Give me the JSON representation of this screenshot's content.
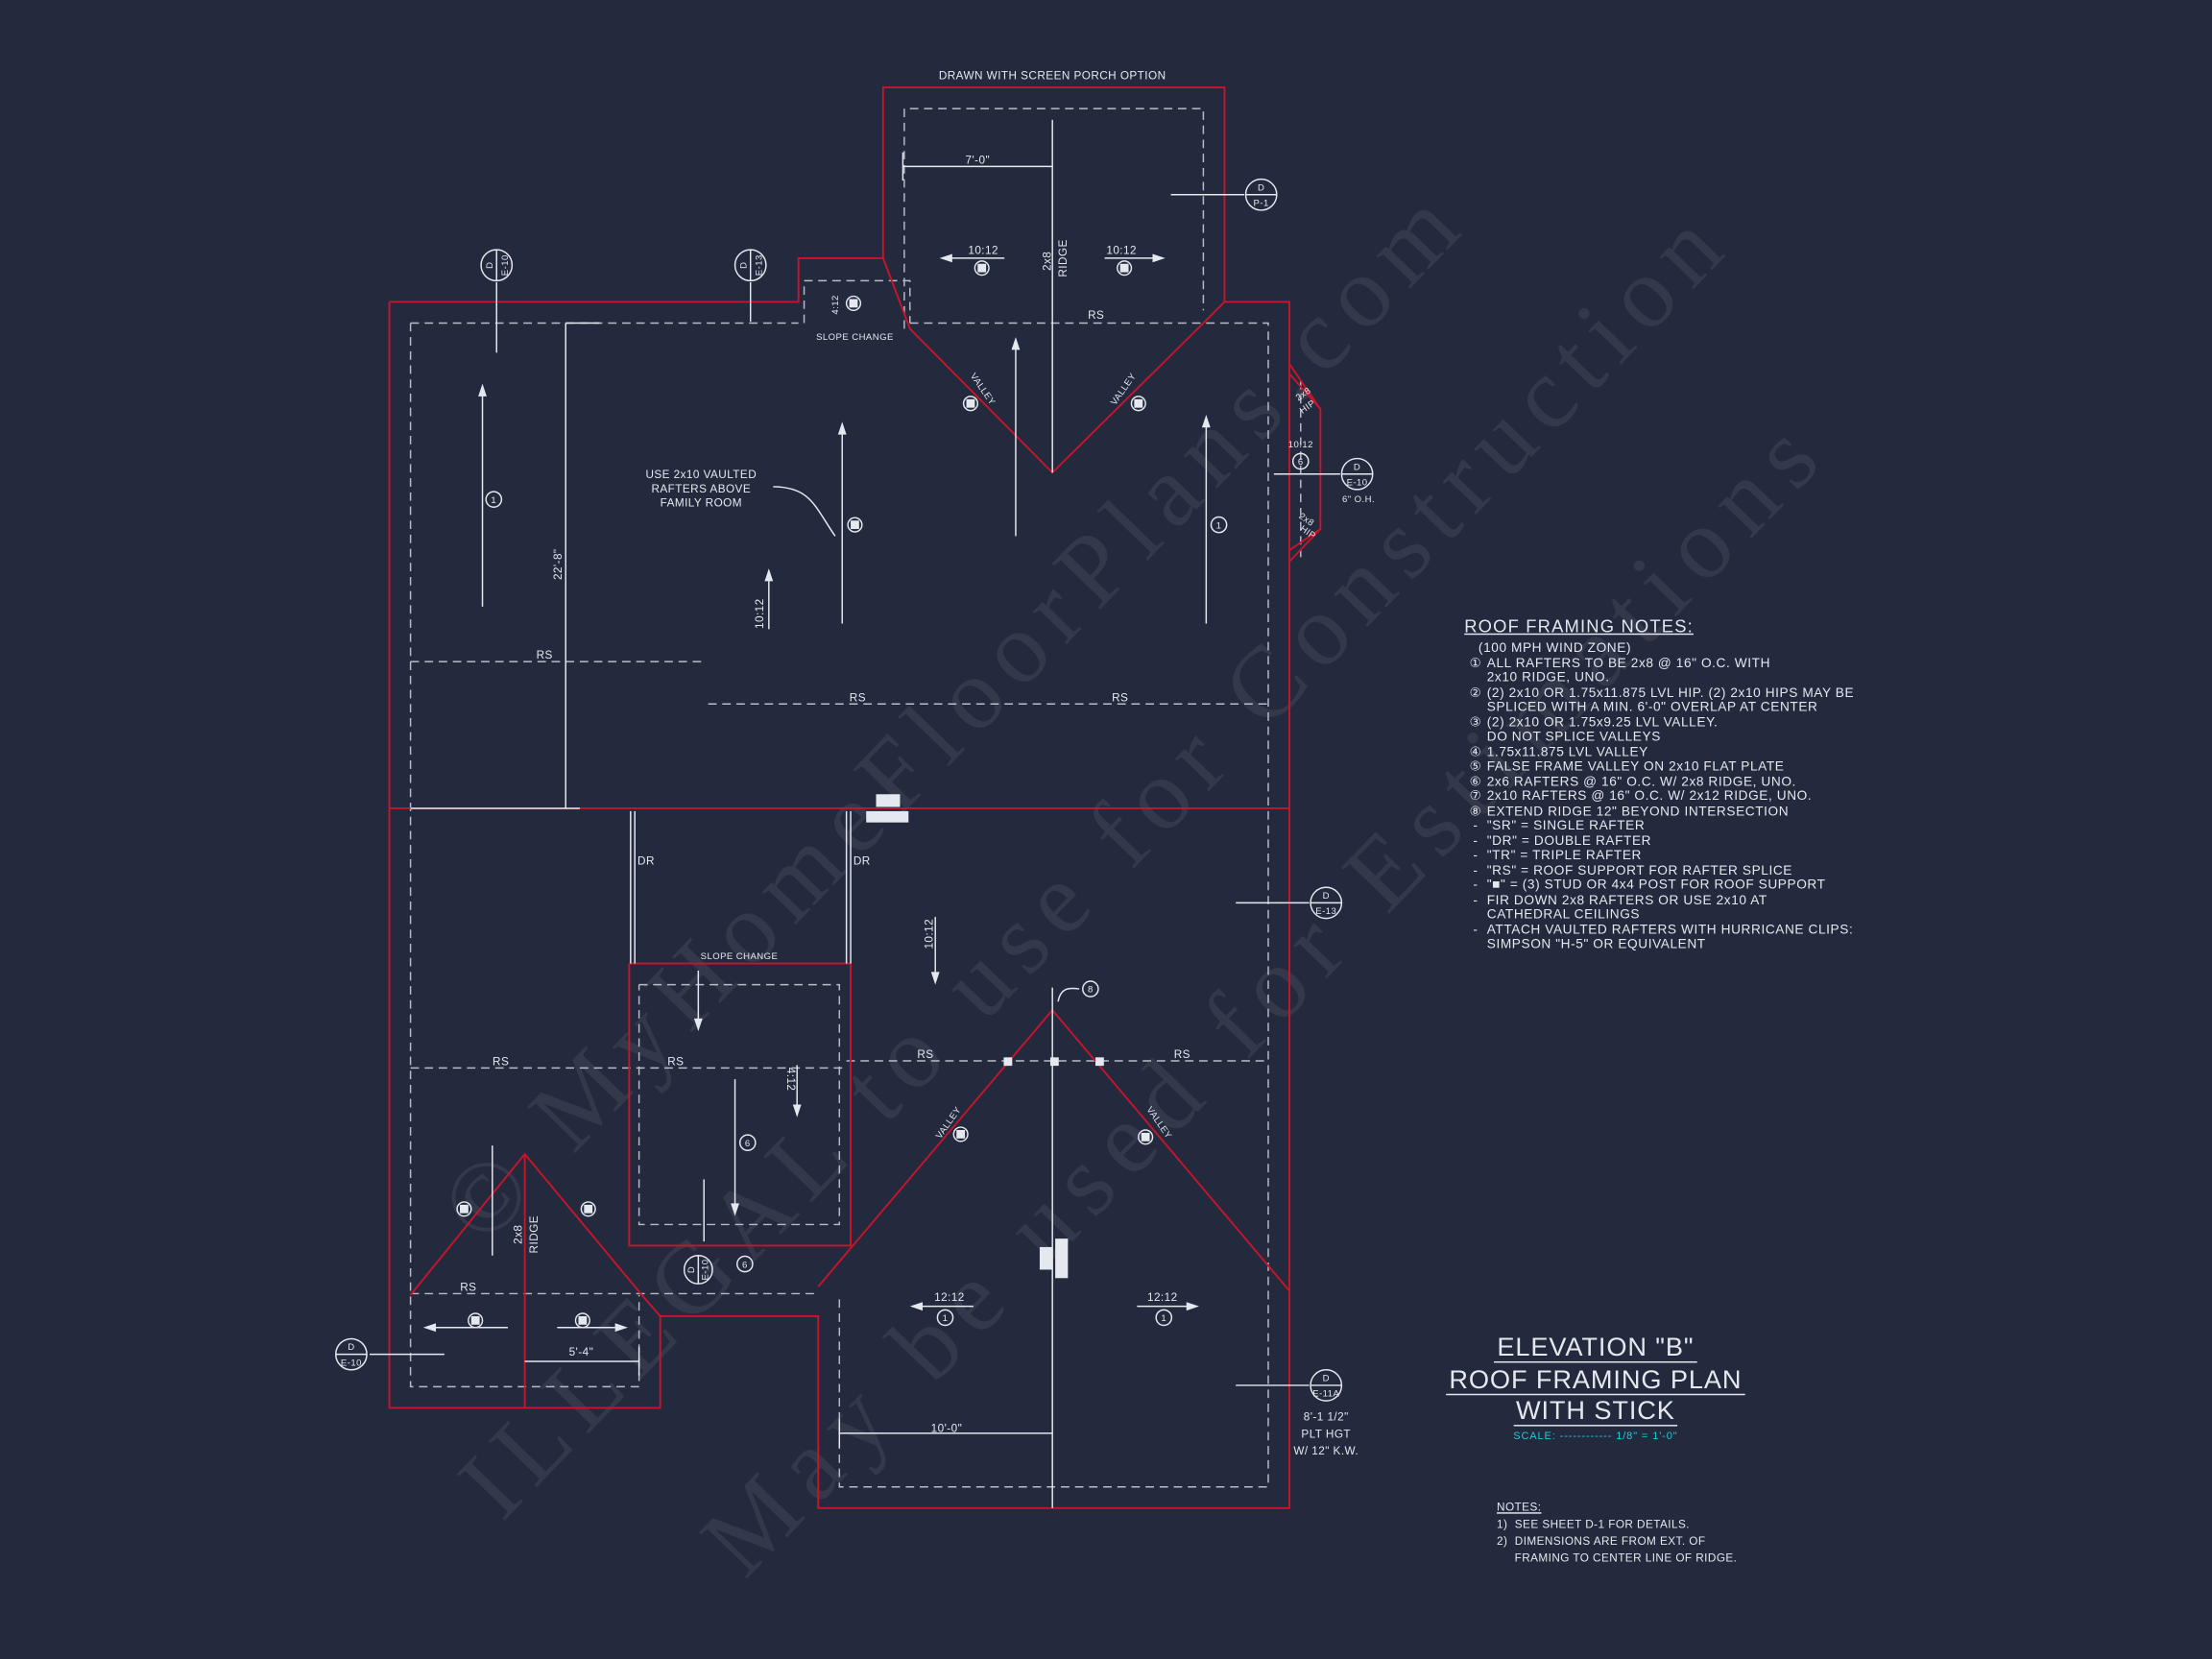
{
  "colors": {
    "background": "#232a3d",
    "outline": "#c8142c",
    "linework": "#e6e8ef",
    "scale_text": "#22c9d6"
  },
  "watermark": [
    "© MyHomeFloorPlans.com",
    "ILLEGAL to use for Construction",
    "May be used for Estimations"
  ],
  "plan": {
    "labels": [
      "DRAWN WITH SCREEN PORCH OPTION",
      "7'-0\"",
      "10:12",
      "10:12",
      "2x8",
      "RIDGE",
      "RS",
      "4:12",
      "SLOPE CHANGE",
      "VALLEY",
      "VALLEY",
      "USE 2x10 VAULTED",
      "RAFTERS ABOVE",
      "FAMILY ROOM",
      "22'-8\"",
      "10:12",
      "RS",
      "RS",
      "RS",
      "DR",
      "DR",
      "10:12",
      "SLOPE CHANGE",
      "RS",
      "RS",
      "RS",
      "RS",
      "4:12",
      "VALLEY",
      "VALLEY",
      "2x8",
      "RIDGE",
      "RS",
      "12:12",
      "12:12",
      "5'-4\"",
      "10'-0\"",
      "8'-1 1/2\"",
      "PLT HGT",
      "W/ 12\" K.W.",
      "6\" O.H.",
      "2x8",
      "HIP",
      "2x8",
      "HIP",
      "10:12"
    ],
    "note_markers": [
      "1",
      "1",
      "6",
      "6",
      "6",
      "1",
      "1",
      "8"
    ],
    "callouts": [
      {
        "top": "D",
        "bottom": "E-10"
      },
      {
        "top": "D",
        "bottom": "E-13"
      },
      {
        "top": "D",
        "bottom": "P-1"
      },
      {
        "top": "D",
        "bottom": "E-10"
      },
      {
        "top": "D",
        "bottom": "E-13"
      },
      {
        "top": "D",
        "bottom": "E-10"
      },
      {
        "top": "D",
        "bottom": "E-11A"
      },
      {
        "top": "D",
        "bottom": "E-10"
      }
    ]
  },
  "roof_notes": {
    "title": "ROOF FRAMING NOTES:",
    "subtitle": "(100 MPH WIND ZONE)",
    "items": [
      {
        "marker": "①",
        "lines": [
          "ALL RAFTERS TO BE 2x8 @ 16\" O.C. WITH",
          "2x10 RIDGE, UNO."
        ]
      },
      {
        "marker": "②",
        "lines": [
          "(2) 2x10 OR 1.75x11.875 LVL HIP. (2) 2x10 HIPS MAY BE",
          "SPLICED WITH A MIN. 6'-0\" OVERLAP AT CENTER"
        ]
      },
      {
        "marker": "③",
        "lines": [
          "(2) 2x10 OR 1.75x9.25 LVL VALLEY.",
          "DO NOT SPLICE VALLEYS"
        ]
      },
      {
        "marker": "④",
        "lines": [
          "1.75x11.875 LVL VALLEY"
        ]
      },
      {
        "marker": "⑤",
        "lines": [
          "FALSE FRAME VALLEY ON 2x10 FLAT PLATE"
        ]
      },
      {
        "marker": "⑥",
        "lines": [
          "2x6 RAFTERS @ 16\" O.C. W/ 2x8 RIDGE, UNO."
        ]
      },
      {
        "marker": "⑦",
        "lines": [
          "2x10 RAFTERS @ 16\" O.C. W/ 2x12 RIDGE, UNO."
        ]
      },
      {
        "marker": "⑧",
        "lines": [
          "EXTEND RIDGE 12\" BEYOND INTERSECTION"
        ]
      },
      {
        "marker": "-",
        "lines": [
          "\"SR\" = SINGLE RAFTER"
        ]
      },
      {
        "marker": "-",
        "lines": [
          "\"DR\" = DOUBLE RAFTER"
        ]
      },
      {
        "marker": "-",
        "lines": [
          "\"TR\" = TRIPLE RAFTER"
        ]
      },
      {
        "marker": "-",
        "lines": [
          "\"RS\" = ROOF SUPPORT FOR RAFTER SPLICE"
        ]
      },
      {
        "marker": "-",
        "lines": [
          "\"■\" = (3) STUD OR 4x4 POST FOR ROOF SUPPORT"
        ]
      },
      {
        "marker": "-",
        "lines": [
          "FIR DOWN 2x8 RAFTERS OR USE 2x10 AT",
          "CATHEDRAL CEILINGS"
        ]
      },
      {
        "marker": "-",
        "lines": [
          "ATTACH VAULTED RAFTERS WITH HURRICANE CLIPS:",
          "SIMPSON \"H-5\" OR EQUIVALENT"
        ]
      }
    ]
  },
  "title_block": {
    "line1": "ELEVATION \"B\"",
    "line2": "ROOF FRAMING PLAN",
    "line3": "WITH STICK",
    "scale": "SCALE: ------------ 1/8\" = 1'-0\""
  },
  "general_notes": {
    "title": "NOTES:",
    "items": [
      "1)  SEE SHEET D-1 FOR DETAILS.",
      "2)  DIMENSIONS ARE FROM EXT. OF",
      "     FRAMING TO CENTER LINE OF RIDGE."
    ]
  }
}
